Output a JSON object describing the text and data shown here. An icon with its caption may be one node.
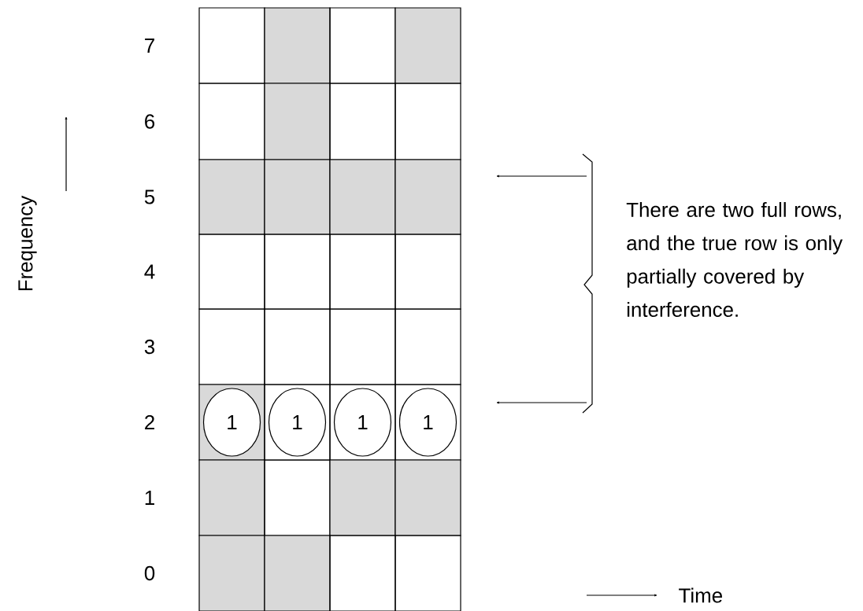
{
  "diagram": {
    "nodes": [
      {
        "text": [
          "1"
        ]
      },
      {
        "text": [
          "1"
        ]
      },
      {
        "text": [
          "1"
        ]
      },
      {
        "text": [
          "1"
        ]
      },
      {
        "text": [
          "There are two full rows, and the true row is only partially covered by interference."
        ]
      },
      {
        "text": [],
        "shape": "brace"
      }
    ],
    "edges": [
      {
        "from": 5,
        "to": null,
        "arrow": "to"
      },
      {
        "from": 5,
        "to": null,
        "arrow": "to"
      }
    ],
    "labels": [
      "7",
      "6",
      "5",
      "4",
      "3",
      "2",
      "1",
      "0",
      "Frequency",
      "Time"
    ]
  }
}
